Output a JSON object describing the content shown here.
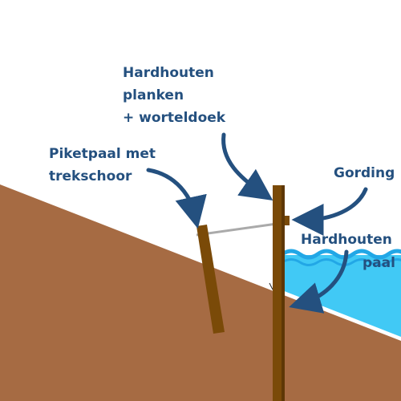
{
  "labels": {
    "planken": [
      "Hardhouten",
      "planken",
      "+ worteldoek"
    ],
    "piketpaal": [
      "Piketpaal met",
      "trekschoor"
    ],
    "gording": "Gording",
    "paal": [
      "Hardhouten",
      "paal"
    ]
  },
  "colors": {
    "ground": "#A66B43",
    "water": "#41C9F5",
    "water_wave": "#22A7E6",
    "wood": "#7A4A08",
    "wood_dark": "#5E3705",
    "planks": "#FFFFFF",
    "tie_rod": "#AAAAAA",
    "label_text": "#24507F",
    "arrow": "#24507F"
  }
}
